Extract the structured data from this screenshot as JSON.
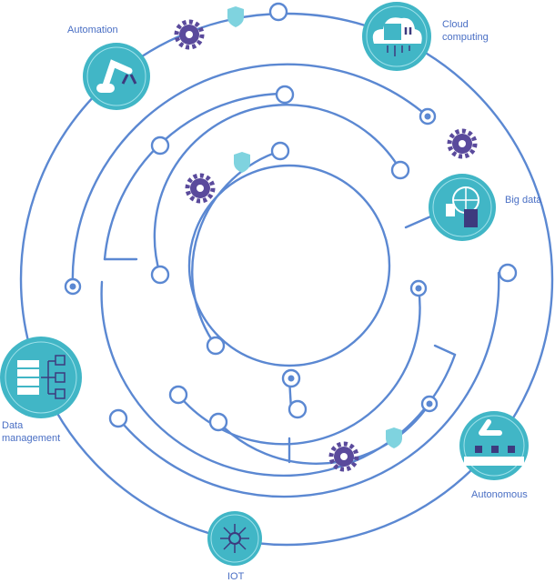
{
  "colors": {
    "line": "#5b88d2",
    "teal": "#41b6c6",
    "gear": "#5a4a9c",
    "shield": "#7fd3df",
    "text": "#4a6fc4"
  },
  "labels": {
    "automation": "Automation",
    "cloud_1": "Cloud",
    "cloud_2": "computing",
    "big_data": "Big data",
    "data_mgmt_1": "Data",
    "data_mgmt_2": "management",
    "autonomous": "Autonomous",
    "iot": "IOT"
  }
}
